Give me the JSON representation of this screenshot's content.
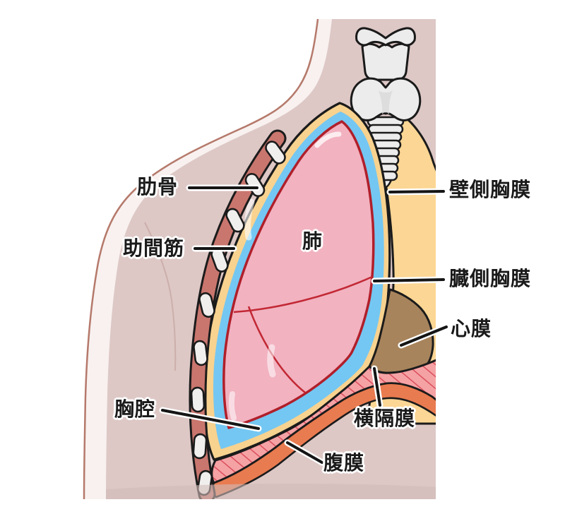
{
  "figure": {
    "type": "anatomical-cross-section-diagram",
    "labels": {
      "rib": "肋骨",
      "intercostal_muscle": "助間筋",
      "lung": "肺",
      "parietal_pleura": "壁側胸膜",
      "visceral_pleura": "臓側胸膜",
      "pericardium": "心膜",
      "diaphragm": "横隔膜",
      "thoracic_cavity": "胸腔",
      "peritoneum": "腹膜"
    },
    "colors": {
      "background": "#ffffff",
      "skin_light": "#f8f1ef",
      "body_outline": "#b5796b",
      "body_interior": "#ddc8c6",
      "bottom_shadow": "#d0bab8",
      "muscle_red": "#c9766e",
      "rib_bone": "#f1efee",
      "fascia_yellow": "#f8d28f",
      "pleural_cavity_blue": "#74c7f2",
      "visceral_pleura_red": "#b01f2a",
      "lung_pink": "#f2b2c0",
      "fissure_red": "#c22834",
      "cartilage_gray": "#ececec",
      "cartilage_shade": "#d9d9d9",
      "mediastinum_yellow": "#fbd694",
      "pericardium_brown": "#a8845c",
      "diaphragm_pink": "#f5a2a5",
      "diaphragm_hatch": "#d94f5c",
      "peritoneum_orange": "#e97b50",
      "outline_black": "#1b1b1b"
    }
  }
}
